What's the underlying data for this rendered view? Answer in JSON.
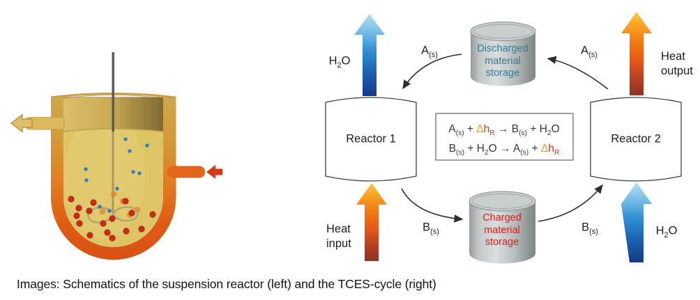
{
  "caption": "Images: Schematics of the suspension reactor (left) and the TCES-cycle (right)",
  "right_diagram": {
    "reactor1_label": "Reactor 1",
    "reactor2_label": "Reactor 2",
    "discharged_storage_label": "Discharged\nmaterial\nstorage",
    "charged_storage_label": "Charged\nmaterial\nstorage",
    "heat_output_label": "Heat\noutput",
    "heat_input_label": "Heat\ninput",
    "rich_labels": {
      "h2o_top_left": [
        {
          "t": "H"
        },
        {
          "t": "2",
          "sub": true
        },
        {
          "t": "O"
        }
      ],
      "h2o_bottom_right": [
        {
          "t": "H"
        },
        {
          "t": "2",
          "sub": true
        },
        {
          "t": "O"
        }
      ],
      "a_s_top_left": [
        {
          "t": "A"
        },
        {
          "t": "(s)",
          "sub": true
        }
      ],
      "a_s_top_right": [
        {
          "t": "A"
        },
        {
          "t": "(s)",
          "sub": true
        }
      ],
      "b_s_bottom_left": [
        {
          "t": "B"
        },
        {
          "t": "(s)",
          "sub": true
        }
      ],
      "b_s_bottom_right": [
        {
          "t": "B"
        },
        {
          "t": "(s)",
          "sub": true
        }
      ],
      "equation_line1": [
        {
          "t": "A"
        },
        {
          "t": "(s)",
          "sub": true
        },
        {
          "t": " + "
        },
        {
          "t": "Δ",
          "color": "#F09A33"
        },
        {
          "t": "h",
          "color": "#C23B25"
        },
        {
          "t": "R",
          "sub": true,
          "color": "#C23B25"
        },
        {
          "t": " → "
        },
        {
          "t": "B"
        },
        {
          "t": "(s)",
          "sub": true
        },
        {
          "t": " + H"
        },
        {
          "t": "2",
          "sub": true
        },
        {
          "t": "O"
        }
      ],
      "equation_line2": [
        {
          "t": "B"
        },
        {
          "t": "(s)",
          "sub": true
        },
        {
          "t": " + H"
        },
        {
          "t": "2",
          "sub": true
        },
        {
          "t": "O → A"
        },
        {
          "t": "(s)",
          "sub": true
        },
        {
          "t": " + "
        },
        {
          "t": "Δ",
          "color": "#F09A33"
        },
        {
          "t": "h",
          "color": "#C23B25"
        },
        {
          "t": "R",
          "sub": true,
          "color": "#C23B25"
        }
      ]
    },
    "colors": {
      "discharged_text": "#2E7D96",
      "charged_text": "#CC2420",
      "delta_orange": "#F09A33",
      "delta_red": "#C23B25",
      "heat_arrow_top": "#FBC851",
      "heat_arrow_bottom": "#8C3526",
      "water_arrow_top": "#B2DDF2",
      "water_arrow_bottom": "#123A86",
      "storage_cylinder": "#B8BDBD"
    }
  }
}
